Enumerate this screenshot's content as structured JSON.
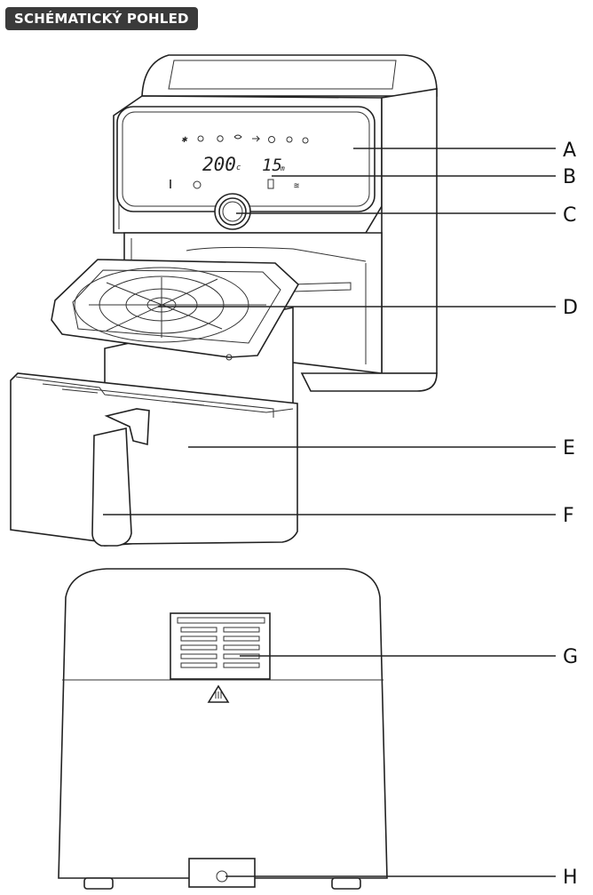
{
  "header": {
    "title": "SCHÉMATICKÝ POHLED"
  },
  "panel": {
    "temperature": "200",
    "temperature_unit": "c",
    "time": "15",
    "time_unit": "m"
  },
  "callouts": [
    "A",
    "B",
    "C",
    "D",
    "E",
    "F",
    "G",
    "H"
  ],
  "colors": {
    "badge": "#3a3a3a",
    "line": "#222222"
  }
}
